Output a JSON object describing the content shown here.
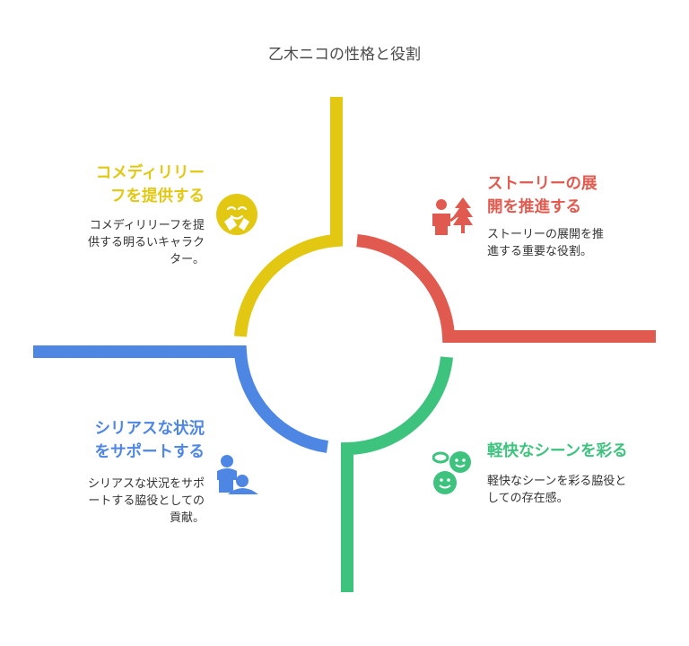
{
  "title": "乙木ニコの性格と役割",
  "colors": {
    "yellow": "#E2C812",
    "red": "#E05A4F",
    "blue": "#4E86E4",
    "green": "#3DC37D"
  },
  "quadrants": {
    "top_left": {
      "heading_lines": [
        "コメディリリー",
        "フを提供する"
      ],
      "desc_lines": [
        "コメディリリーフを提",
        "供する明るいキャラク",
        "ター。"
      ],
      "icon": "comedy-smile-icon"
    },
    "top_right": {
      "heading_lines": [
        "ストーリーの展",
        "開を推進する"
      ],
      "desc_lines": [
        "ストーリーの展開を推",
        "進する重要な役割。"
      ],
      "icon": "person-tree-icon"
    },
    "bottom_left": {
      "heading_lines": [
        "シリアスな状況",
        "をサポートする"
      ],
      "desc_lines": [
        "シリアスな状況をサポ",
        "ートする脇役としての",
        "貢献。"
      ],
      "icon": "support-people-icon"
    },
    "bottom_right": {
      "heading_lines": [
        "軽快なシーンを彩る"
      ],
      "desc_lines": [
        "軽快なシーンを彩る脇役と",
        "しての存在感。"
      ],
      "icon": "happy-faces-icon"
    }
  }
}
